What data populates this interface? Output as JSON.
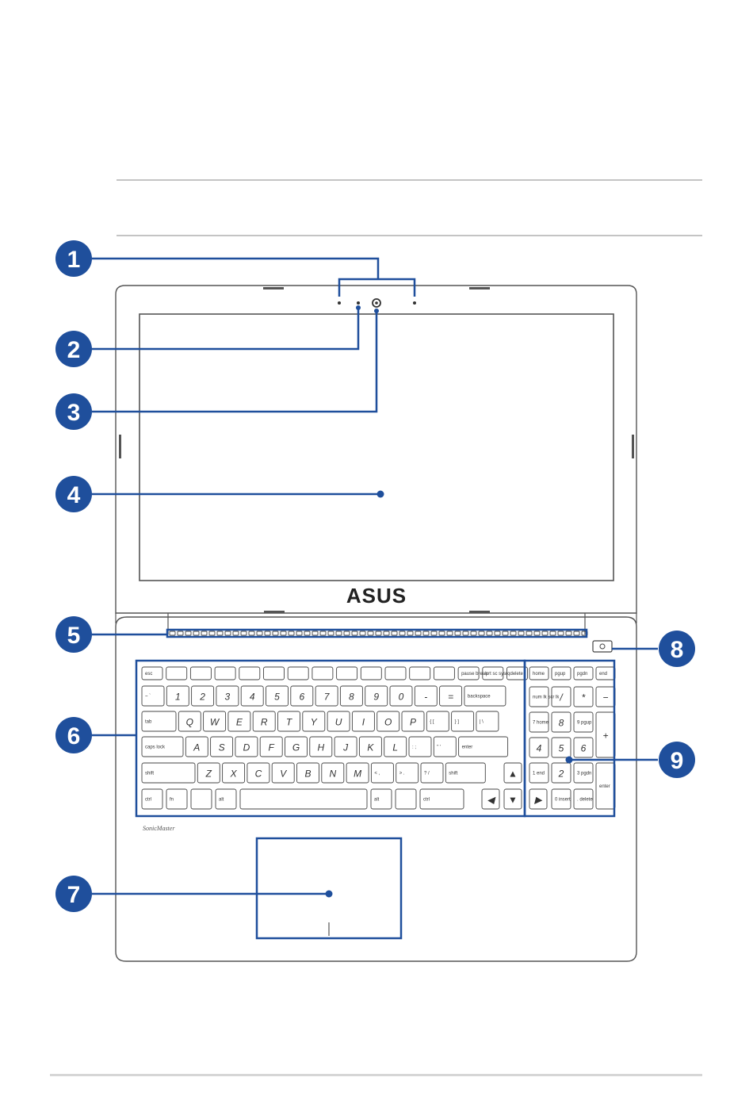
{
  "brand_logo_text": "ASUS",
  "sonic_master_text": "SonicMaster",
  "accent_color": "#1f4f9c",
  "callouts": [
    {
      "number": "1"
    },
    {
      "number": "2"
    },
    {
      "number": "3"
    },
    {
      "number": "4"
    },
    {
      "number": "5"
    },
    {
      "number": "6"
    },
    {
      "number": "7"
    },
    {
      "number": "8"
    },
    {
      "number": "9"
    }
  ],
  "keyboard": {
    "fn_row": [
      "esc",
      "",
      "",
      "",
      "",
      "",
      "",
      "",
      "",
      "",
      "",
      "",
      "",
      "pause break",
      "prt sc sysrq",
      "delete"
    ],
    "num_row": [
      "~ `",
      "! 1",
      "@ 2",
      "# 3",
      "$ 4",
      "% 5",
      "^ 6",
      "& 7",
      "* 8",
      "( 9",
      ") 0",
      "_ -",
      "+ =",
      "backspace"
    ],
    "top_row": [
      "tab",
      "Q",
      "W",
      "E",
      "R",
      "T",
      "Y",
      "U",
      "I",
      "O",
      "P",
      "{ [",
      "} ]",
      "| \\"
    ],
    "home_row": [
      "caps lock",
      "A",
      "S",
      "D",
      "F",
      "G",
      "H",
      "J",
      "K",
      "L",
      ": ;",
      "\" '",
      "enter"
    ],
    "bottom_row": [
      "shift",
      "Z",
      "X",
      "C",
      "V",
      "B",
      "N",
      "M",
      "< ,",
      "> .",
      "? /",
      "shift"
    ],
    "space_row": [
      "ctrl",
      "fn",
      "",
      "alt",
      "",
      "alt",
      "",
      "ctrl"
    ],
    "numpad_top": [
      "home",
      "pgup",
      "pgdn",
      "end"
    ],
    "numpad_r1": [
      "num lk scr lk",
      "/",
      "*",
      "−"
    ],
    "numpad_r2": [
      "7 home",
      "8",
      "9 pgup",
      "+"
    ],
    "numpad_r3": [
      "4",
      "5",
      "6"
    ],
    "numpad_r4": [
      "1 end",
      "2",
      "3 pgdn",
      "enter"
    ],
    "numpad_r5": [
      "0 insert",
      ". delete"
    ]
  }
}
